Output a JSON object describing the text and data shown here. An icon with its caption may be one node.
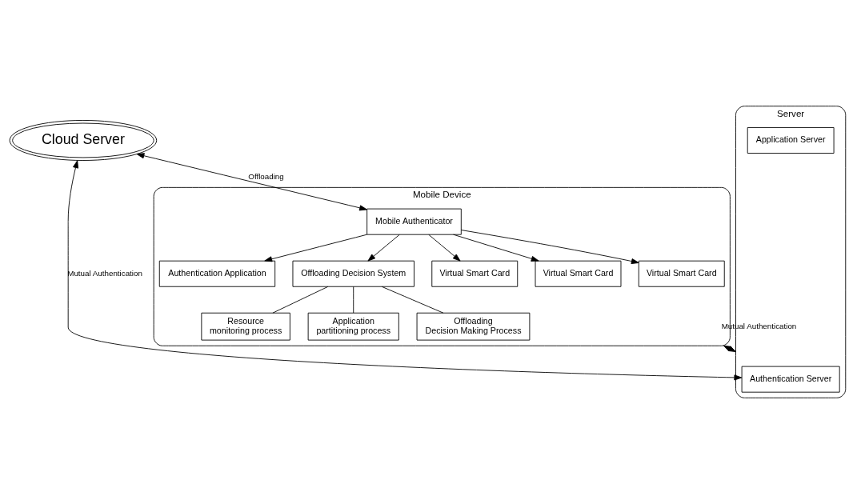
{
  "diagram": {
    "nodes": [
      {
        "text": [
          "Cloud Server"
        ]
      },
      {
        "text": [
          "Mobile Device"
        ]
      },
      {
        "text": [
          "Authentication Application"
        ],
        "in": 1
      },
      {
        "text": [
          "Mobile Authenticator"
        ],
        "in": 1
      },
      {
        "text": [
          "Offloading Decision System"
        ],
        "in": 1
      },
      {
        "text": [
          "Resource monitoring process"
        ],
        "in": 1
      },
      {
        "text": [
          "Application partitioning process"
        ],
        "in": 1
      },
      {
        "text": [
          "Offloading Decision Making Process"
        ],
        "in": 1
      },
      {
        "text": [
          "Virtual Smart Card"
        ],
        "in": 1
      },
      {
        "text": [
          "Virtual Smart Card"
        ],
        "in": 1
      },
      {
        "text": [
          "Virtual Smart Card"
        ],
        "in": 1
      },
      {
        "text": [
          "Server"
        ]
      },
      {
        "text": [
          "Authentication Server"
        ],
        "in": 11
      },
      {
        "text": [
          "Application Server"
        ],
        "in": 11
      }
    ],
    "edges": [
      {
        "from": 0,
        "to": 3,
        "arrow": "both",
        "label": "Offloading"
      },
      {
        "from": 0,
        "to": 12,
        "arrow": "both",
        "label": "Mutual Authentication"
      },
      {
        "from": 3,
        "to": 2,
        "arrow": "to"
      },
      {
        "from": 3,
        "to": 4,
        "arrow": "to"
      },
      {
        "from": 4,
        "to": 5,
        "arrow": "none"
      },
      {
        "from": 4,
        "to": 6,
        "arrow": "none"
      },
      {
        "from": 4,
        "to": 7,
        "arrow": "none"
      },
      {
        "from": 3,
        "to": 8,
        "arrow": "to"
      },
      {
        "from": 3,
        "to": 9,
        "arrow": "to"
      },
      {
        "from": 3,
        "to": 10,
        "arrow": "to"
      },
      {
        "from": 1,
        "to": 11,
        "arrow": "both",
        "label": "Mutual Authentication"
      }
    ]
  }
}
